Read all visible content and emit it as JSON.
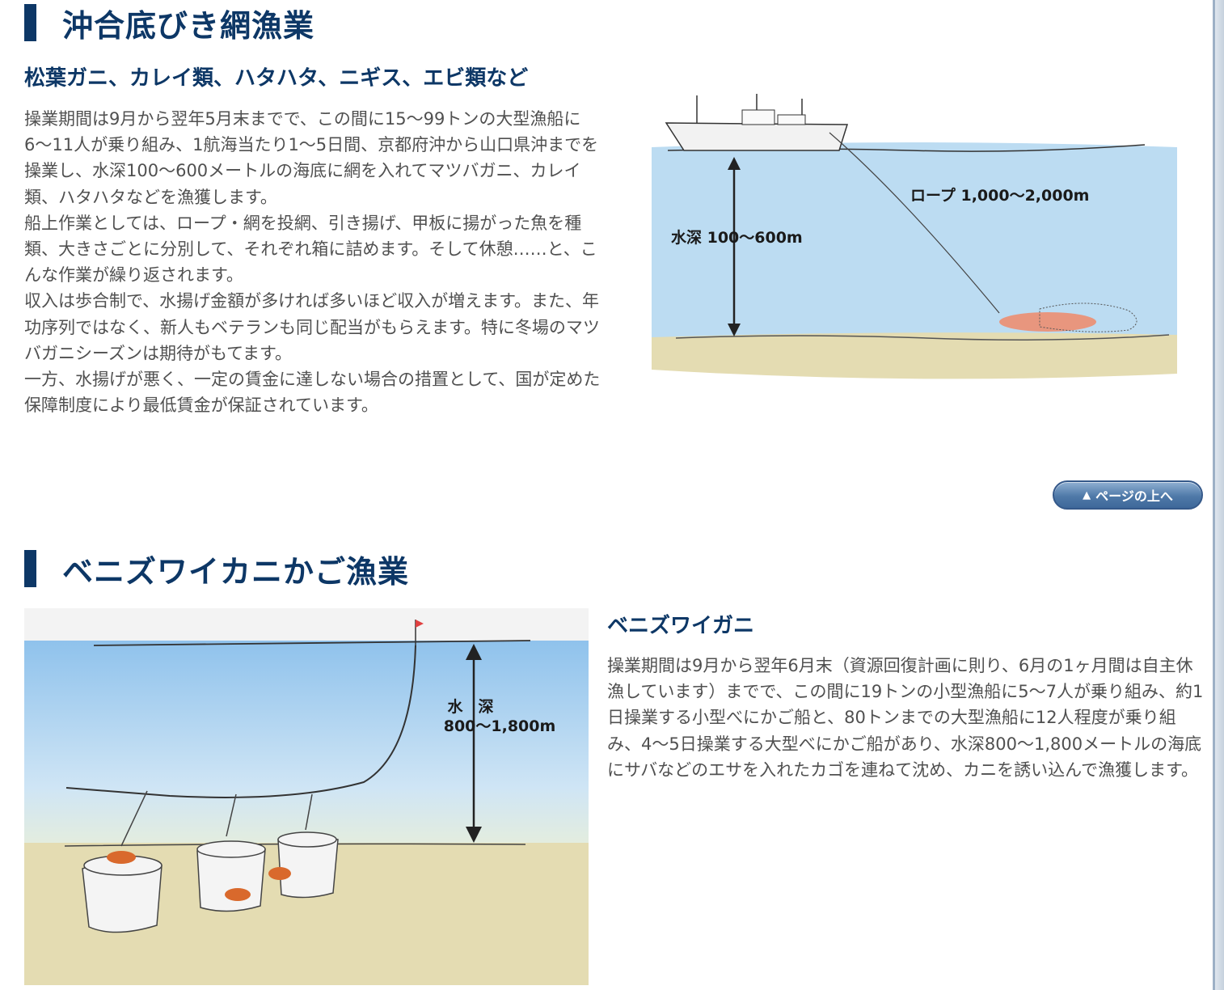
{
  "sections": [
    {
      "title": "沖合底びき網漁業",
      "subtitle": "松葉ガニ、カレイ類、ハタハタ、ニギス、エビ類など",
      "body": [
        "操業期間は9月から翌年5月末までで、この間に15〜99トンの大型漁船に6〜11人が乗り組み、1航海当たり1〜5日間、京都府沖から山口県沖までを操業し、水深100〜600メートルの海底に網を入れてマツバガニ、カレイ類、ハタハタなどを漁獲します。",
        "船上作業としては、ロープ・網を投網、引き揚げ、甲板に揚がった魚を種類、大きさごとに分別して、それぞれ箱に詰めます。そして休憩……と、こんな作業が繰り返されます。",
        "収入は歩合制で、水揚げ金額が多ければ多いほど収入が増えます。また、年功序列ではなく、新人もベテランも同じ配当がもらえます。特に冬場のマツバガニシーズンは期待がもてます。",
        "一方、水揚げが悪く、一定の賃金に達しない場合の措置として、国が定めた保障制度により最低賃金が保証されています。"
      ],
      "illustration": {
        "depth_label": "水深 100〜600m",
        "rope_label": "ロープ 1,000〜2,000m"
      }
    },
    {
      "title": "ベニズワイカニかご漁業",
      "subtitle": "ベニズワイガニ",
      "body": [
        "操業期間は9月から翌年6月末（資源回復計画に則り、6月の1ヶ月間は自主休漁しています）までで、この間に19トンの小型漁船に5〜7人が乗り組み、約1日操業する小型べにかご船と、80トンまでの大型漁船に12人程度が乗り組み、4〜5日操業する大型べにかご船があり、水深800〜1,800メートルの海底にサバなどのエサを入れたカゴを連ねて沈め、カニを誘い込んで漁獲します。"
      ],
      "illustration": {
        "depth_label_1": "水　深",
        "depth_label_2": "800〜1,800m"
      }
    }
  ],
  "to_top_label": "ページの上へ",
  "to_top_icon": "triangle-up-icon",
  "colors": {
    "heading": "#0d3766",
    "body_text": "#505050",
    "sea": "#bcdcf2",
    "seabed": "#e4dcb2"
  }
}
